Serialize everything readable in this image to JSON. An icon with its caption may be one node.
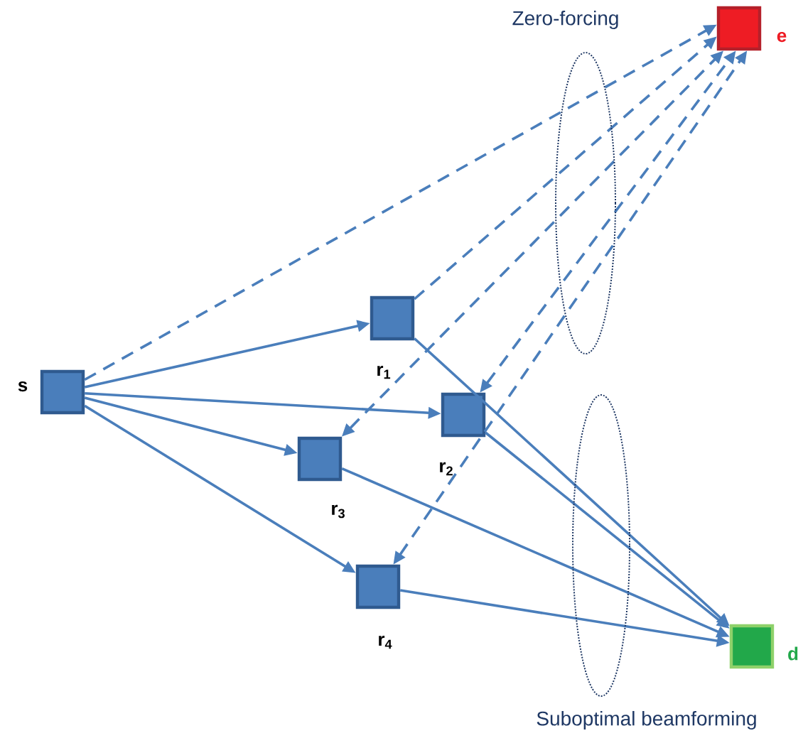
{
  "diagram": {
    "nodes": [
      {
        "text": [],
        "shape": "box",
        "beside": [
          "s"
        ]
      },
      {
        "text": [],
        "shape": "box",
        "beside": [
          "r$_{1}$"
        ]
      },
      {
        "text": [],
        "shape": "box",
        "beside": [
          "r$_{2}$"
        ]
      },
      {
        "text": [],
        "shape": "box",
        "beside": [
          "r$_{3}$"
        ]
      },
      {
        "text": [],
        "shape": "box",
        "beside": [
          "r$_{4}$"
        ]
      },
      {
        "text": [],
        "shape": "box",
        "beside": [
          "e"
        ]
      },
      {
        "text": [],
        "shape": "box",
        "beside": [
          "d"
        ]
      }
    ],
    "edges": [
      {
        "from": 0,
        "to": 1,
        "arrow": "to"
      },
      {
        "from": 0,
        "to": 2,
        "arrow": "to"
      },
      {
        "from": 0,
        "to": 3,
        "arrow": "to"
      },
      {
        "from": 0,
        "to": 4,
        "arrow": "to"
      },
      {
        "from": 0,
        "to": 5,
        "arrow": "to",
        "style": "dashed"
      },
      {
        "from": 1,
        "to": 5,
        "arrow": "to",
        "style": "dashed"
      },
      {
        "from": 3,
        "to": 5,
        "arrow": "both",
        "style": "dashed"
      },
      {
        "from": 2,
        "to": 5,
        "arrow": "both",
        "style": "dashed"
      },
      {
        "from": 4,
        "to": 5,
        "arrow": "both",
        "style": "dashed"
      },
      {
        "from": 1,
        "to": 6,
        "arrow": "to"
      },
      {
        "from": 2,
        "to": 6,
        "arrow": "to"
      },
      {
        "from": 3,
        "to": 6,
        "arrow": "to"
      },
      {
        "from": 4,
        "to": 6,
        "arrow": "to"
      }
    ],
    "labels": [
      "Zero-forcing",
      "Suboptimal beamforming"
    ]
  }
}
